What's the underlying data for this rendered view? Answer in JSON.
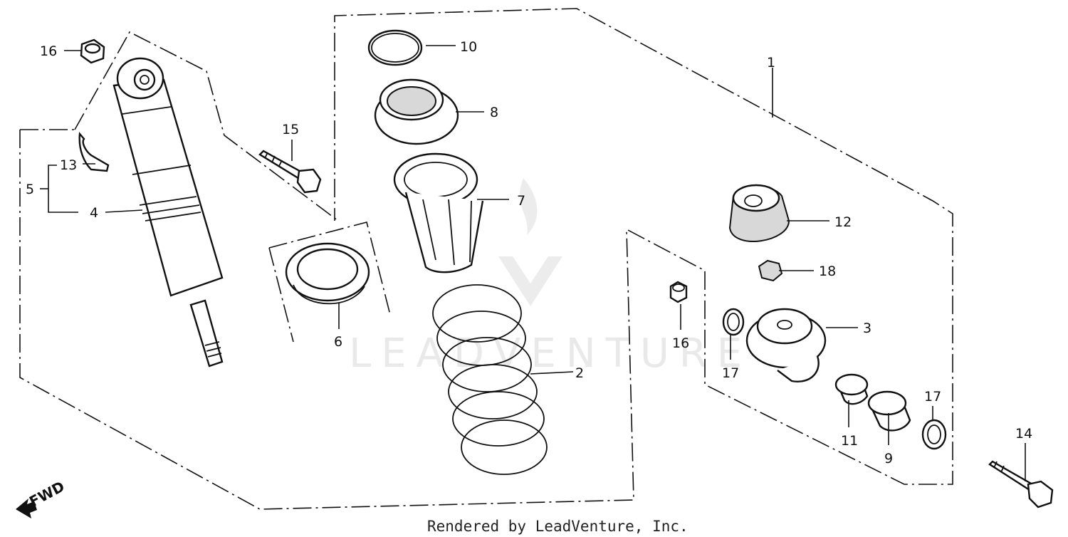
{
  "callouts": {
    "c1": "1",
    "c2": "2",
    "c3": "3",
    "c4": "4",
    "c5": "5",
    "c6": "6",
    "c7": "7",
    "c8": "8",
    "c9": "9",
    "c10": "10",
    "c11": "11",
    "c12": "12",
    "c13": "13",
    "c14": "14",
    "c15": "15",
    "c16a": "16",
    "c16b": "16",
    "c17a": "17",
    "c17b": "17",
    "c18": "18"
  },
  "watermark": "LEADVENTURE",
  "direction_label": "FWD",
  "footer": "Rendered by LeadVenture, Inc."
}
